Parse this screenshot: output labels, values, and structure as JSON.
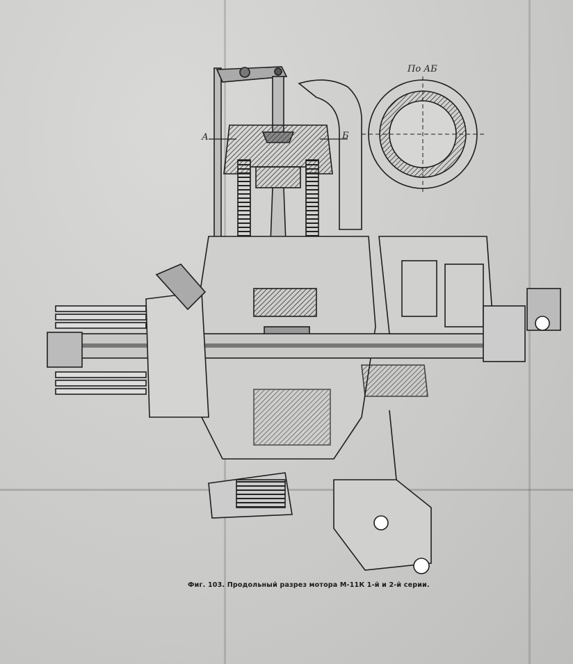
{
  "figure": {
    "caption": "Фиг. 103. Продольный разрез мотора М-11К 1-й и 2-й серии.",
    "section_label": "По АБ",
    "label_a": "А",
    "label_b": "Б"
  },
  "colors": {
    "paper": "#cacac8",
    "ink": "#1e1e1e",
    "hatch": "#3a3a3a"
  }
}
